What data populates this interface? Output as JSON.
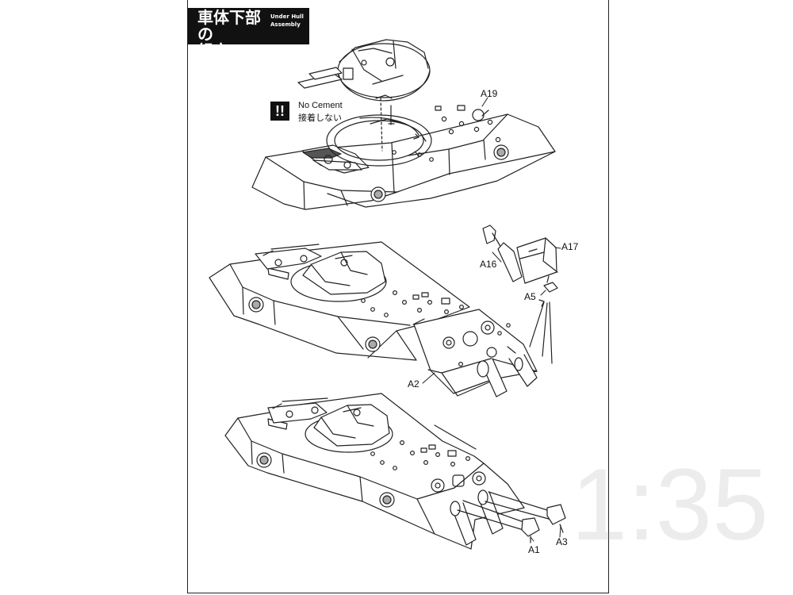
{
  "header": {
    "title_jp_line1": "車体下部の",
    "title_jp_line2": "組立",
    "title_en_line1": "Under Hull",
    "title_en_line2": "Assembly"
  },
  "caution": {
    "icon": "!!",
    "text_en": "No Cement",
    "text_jp": "接着しない"
  },
  "parts": {
    "a19": "A19",
    "a16": "A16",
    "a17": "A17",
    "a5": "A5",
    "a2": "A2",
    "a1": "A1",
    "a3": "A3"
  },
  "watermark": {
    "text": "1:35"
  },
  "colors": {
    "ink": "#111111",
    "line": "#222222",
    "paper": "#ffffff",
    "shade": "#d9d9d9"
  }
}
